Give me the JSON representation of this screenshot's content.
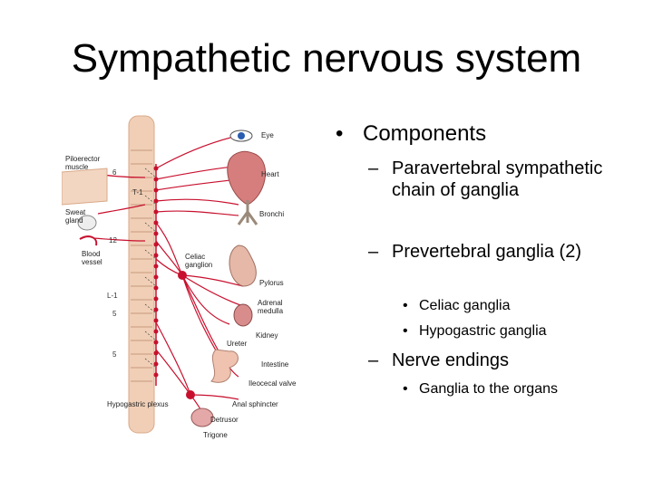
{
  "title": "Sympathetic nervous system",
  "figure": {
    "labels": {
      "eye": "Eye",
      "piloerector": "Piloerector\nmuscle",
      "heart": "Heart",
      "sweat": "Sweat\ngland",
      "bronchi": "Bronchi",
      "blood": "Blood\nvessel",
      "celiac": "Celiac\nganglion",
      "pylorus": "Pylorus",
      "adrenal": "Adrenal\nmedulla",
      "kidney": "Kidney",
      "ureter": "Ureter",
      "intestine": "Intestine",
      "ileocecal": "Ileocecal valve",
      "hypogastric": "Hypogastric plexus",
      "anal": "Anal sphincter",
      "detrusor": "Detrusor",
      "trigone": "Trigone"
    },
    "vertebra_labels": {
      "t6": "6",
      "t1": "T-1",
      "t12": "12",
      "l1": "L-1",
      "l5": "5",
      "s5": "5"
    },
    "colors": {
      "nerve": "#c8102e",
      "spine": "#e8c2a8",
      "organ": "#d98c8c"
    }
  },
  "bullets": {
    "level1": [
      {
        "text": "Components"
      }
    ],
    "level2": [
      {
        "text": "Paravertebral sympathetic chain of ganglia"
      },
      {
        "text": "Prevertebral ganglia (2)"
      },
      {
        "text": "Nerve endings"
      }
    ],
    "level3": [
      {
        "text": "Celiac ganglia"
      },
      {
        "text": "Hypogastric ganglia"
      },
      {
        "text": "Ganglia to the organs"
      }
    ],
    "markers": {
      "bullet": "•",
      "dash": "–"
    }
  }
}
